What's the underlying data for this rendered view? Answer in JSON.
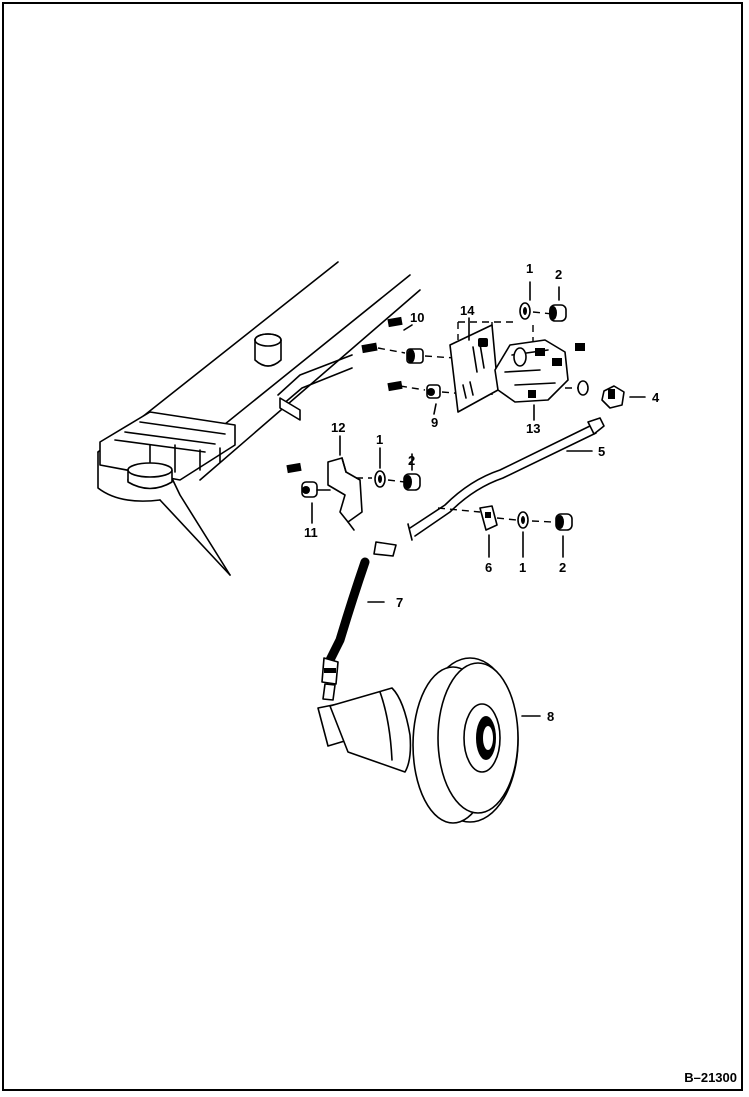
{
  "diagram": {
    "callouts": [
      "1",
      "2",
      "10",
      "14",
      "4",
      "9",
      "13",
      "12",
      "1",
      "2",
      "5",
      "11",
      "6",
      "1",
      "2",
      "7",
      "8"
    ],
    "figure_id": "B–21300"
  }
}
